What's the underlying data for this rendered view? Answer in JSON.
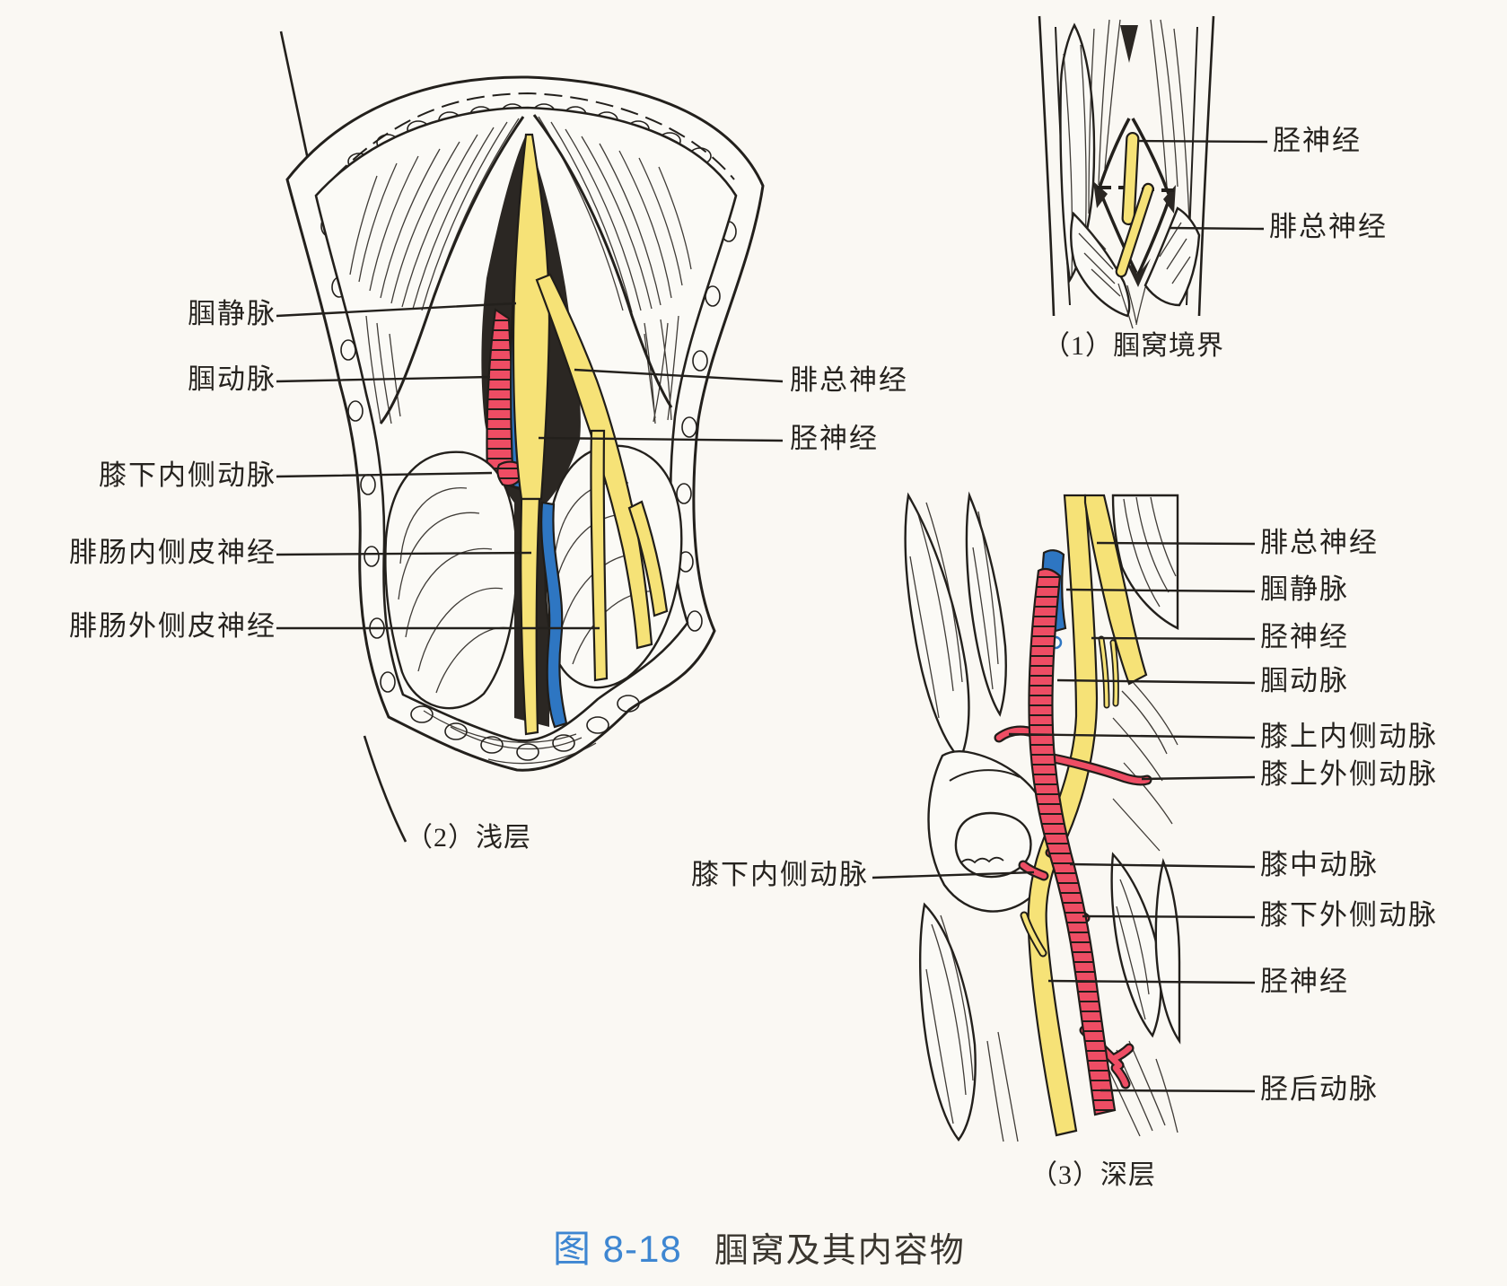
{
  "figure": {
    "caption": {
      "prefix": "图 8-18",
      "title": "腘窝及其内容物"
    }
  },
  "colors": {
    "nerve_yellow": "#F6E277",
    "artery_red": "#EE4D64",
    "vein_blue": "#2E76C2",
    "caption_blue": "#3E86D1",
    "ink": "#23201C"
  },
  "panels": {
    "boundary": {
      "caption": "（1）腘窝境界",
      "labels": {
        "tibial_nerve": "胫神经",
        "common_peroneal_nerve": "腓总神经"
      }
    },
    "superficial": {
      "caption": "（2）浅层",
      "labels": {
        "popliteal_vein": "腘静脉",
        "popliteal_artery": "腘动脉",
        "medial_inferior_genicular_artery": "膝下内侧动脉",
        "medial_sural_cutaneous_nerve": "腓肠内侧皮神经",
        "lateral_sural_cutaneous_nerve": "腓肠外侧皮神经",
        "common_peroneal_nerve": "腓总神经",
        "tibial_nerve": "胫神经"
      }
    },
    "deep": {
      "caption": "（3）深层",
      "labels": {
        "common_peroneal_nerve": "腓总神经",
        "popliteal_vein": "腘静脉",
        "tibial_nerve_upper": "胫神经",
        "popliteal_artery": "腘动脉",
        "medial_superior_genicular_artery": "膝上内侧动脉",
        "lateral_superior_genicular_artery": "膝上外侧动脉",
        "middle_genicular_artery": "膝中动脉",
        "lateral_inferior_genicular_artery": "膝下外侧动脉",
        "tibial_nerve_lower": "胫神经",
        "posterior_tibial_artery": "胫后动脉",
        "medial_inferior_genicular_artery": "膝下内侧动脉"
      }
    }
  }
}
